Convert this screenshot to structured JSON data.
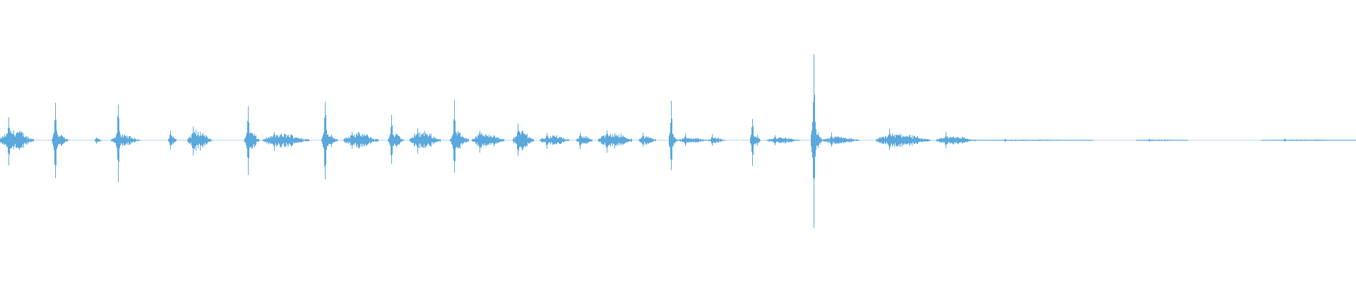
{
  "waveform": {
    "color": "#5aa8dc",
    "segments": [
      {
        "start": 0.0,
        "end": 0.025,
        "amp": 0.14,
        "peak": 0.3
      },
      {
        "start": 0.038,
        "end": 0.05,
        "amp": 0.09,
        "peak": 0.55
      },
      {
        "start": 0.07,
        "end": 0.075,
        "amp": 0.02,
        "peak": 0.04
      },
      {
        "start": 0.082,
        "end": 0.103,
        "amp": 0.07,
        "peak": 0.5
      },
      {
        "start": 0.124,
        "end": 0.13,
        "amp": 0.07,
        "peak": 0.12
      },
      {
        "start": 0.138,
        "end": 0.156,
        "amp": 0.13,
        "peak": 0.18
      },
      {
        "start": 0.18,
        "end": 0.191,
        "amp": 0.12,
        "peak": 0.44
      },
      {
        "start": 0.194,
        "end": 0.228,
        "amp": 0.09,
        "peak": 0.12
      },
      {
        "start": 0.237,
        "end": 0.249,
        "amp": 0.1,
        "peak": 0.58
      },
      {
        "start": 0.253,
        "end": 0.279,
        "amp": 0.1,
        "peak": 0.12
      },
      {
        "start": 0.286,
        "end": 0.298,
        "amp": 0.09,
        "peak": 0.32
      },
      {
        "start": 0.302,
        "end": 0.325,
        "amp": 0.12,
        "peak": 0.16
      },
      {
        "start": 0.332,
        "end": 0.346,
        "amp": 0.12,
        "peak": 0.46
      },
      {
        "start": 0.348,
        "end": 0.372,
        "amp": 0.1,
        "peak": 0.14
      },
      {
        "start": 0.378,
        "end": 0.394,
        "amp": 0.13,
        "peak": 0.22
      },
      {
        "start": 0.398,
        "end": 0.42,
        "amp": 0.07,
        "peak": 0.1
      },
      {
        "start": 0.425,
        "end": 0.437,
        "amp": 0.07,
        "peak": 0.11
      },
      {
        "start": 0.441,
        "end": 0.466,
        "amp": 0.11,
        "peak": 0.15
      },
      {
        "start": 0.471,
        "end": 0.484,
        "amp": 0.06,
        "peak": 0.09
      },
      {
        "start": 0.493,
        "end": 0.5,
        "amp": 0.08,
        "peak": 0.45
      },
      {
        "start": 0.5,
        "end": 0.522,
        "amp": 0.04,
        "peak": 0.08
      },
      {
        "start": 0.522,
        "end": 0.535,
        "amp": 0.04,
        "peak": 0.07
      },
      {
        "start": 0.553,
        "end": 0.561,
        "amp": 0.09,
        "peak": 0.3
      },
      {
        "start": 0.565,
        "end": 0.59,
        "amp": 0.04,
        "peak": 0.07
      },
      {
        "start": 0.598,
        "end": 0.606,
        "amp": 0.14,
        "peak": 1.0
      },
      {
        "start": 0.606,
        "end": 0.634,
        "amp": 0.05,
        "peak": 0.09
      },
      {
        "start": 0.646,
        "end": 0.686,
        "amp": 0.09,
        "peak": 0.14
      },
      {
        "start": 0.69,
        "end": 0.72,
        "amp": 0.06,
        "peak": 0.1
      },
      {
        "start": 0.72,
        "end": 0.806,
        "amp": 0.01,
        "peak": 0.02
      },
      {
        "start": 0.838,
        "end": 0.876,
        "amp": 0.01,
        "peak": 0.02
      },
      {
        "start": 0.93,
        "end": 1.0,
        "amp": 0.01,
        "peak": 0.02
      }
    ]
  }
}
